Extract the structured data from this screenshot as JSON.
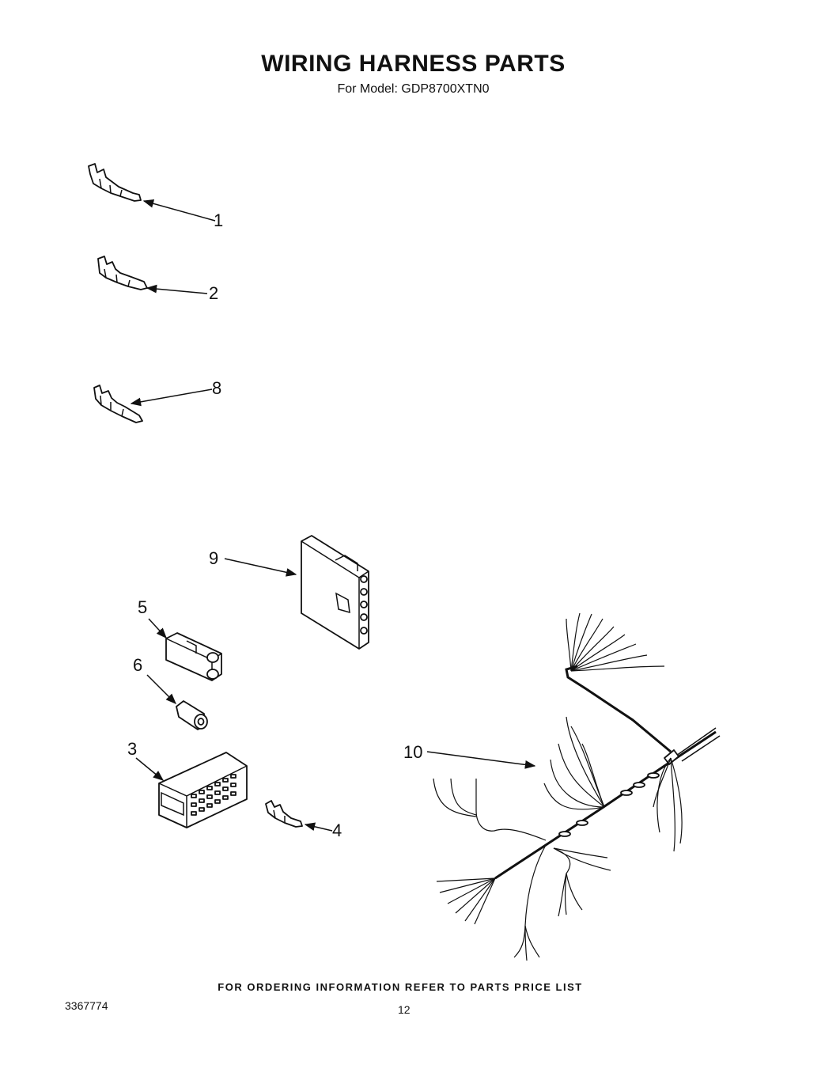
{
  "header": {
    "title": "WIRING HARNESS PARTS",
    "subtitle": "For Model: GDP8700XTN0"
  },
  "callouts": {
    "c1": "1",
    "c2": "2",
    "c3": "3",
    "c4": "4",
    "c5": "5",
    "c6": "6",
    "c8": "8",
    "c9": "9",
    "c10": "10"
  },
  "footer": {
    "note": "FOR ORDERING INFORMATION REFER TO PARTS PRICE LIST",
    "doc_number": "3367774",
    "page_number": "12"
  }
}
